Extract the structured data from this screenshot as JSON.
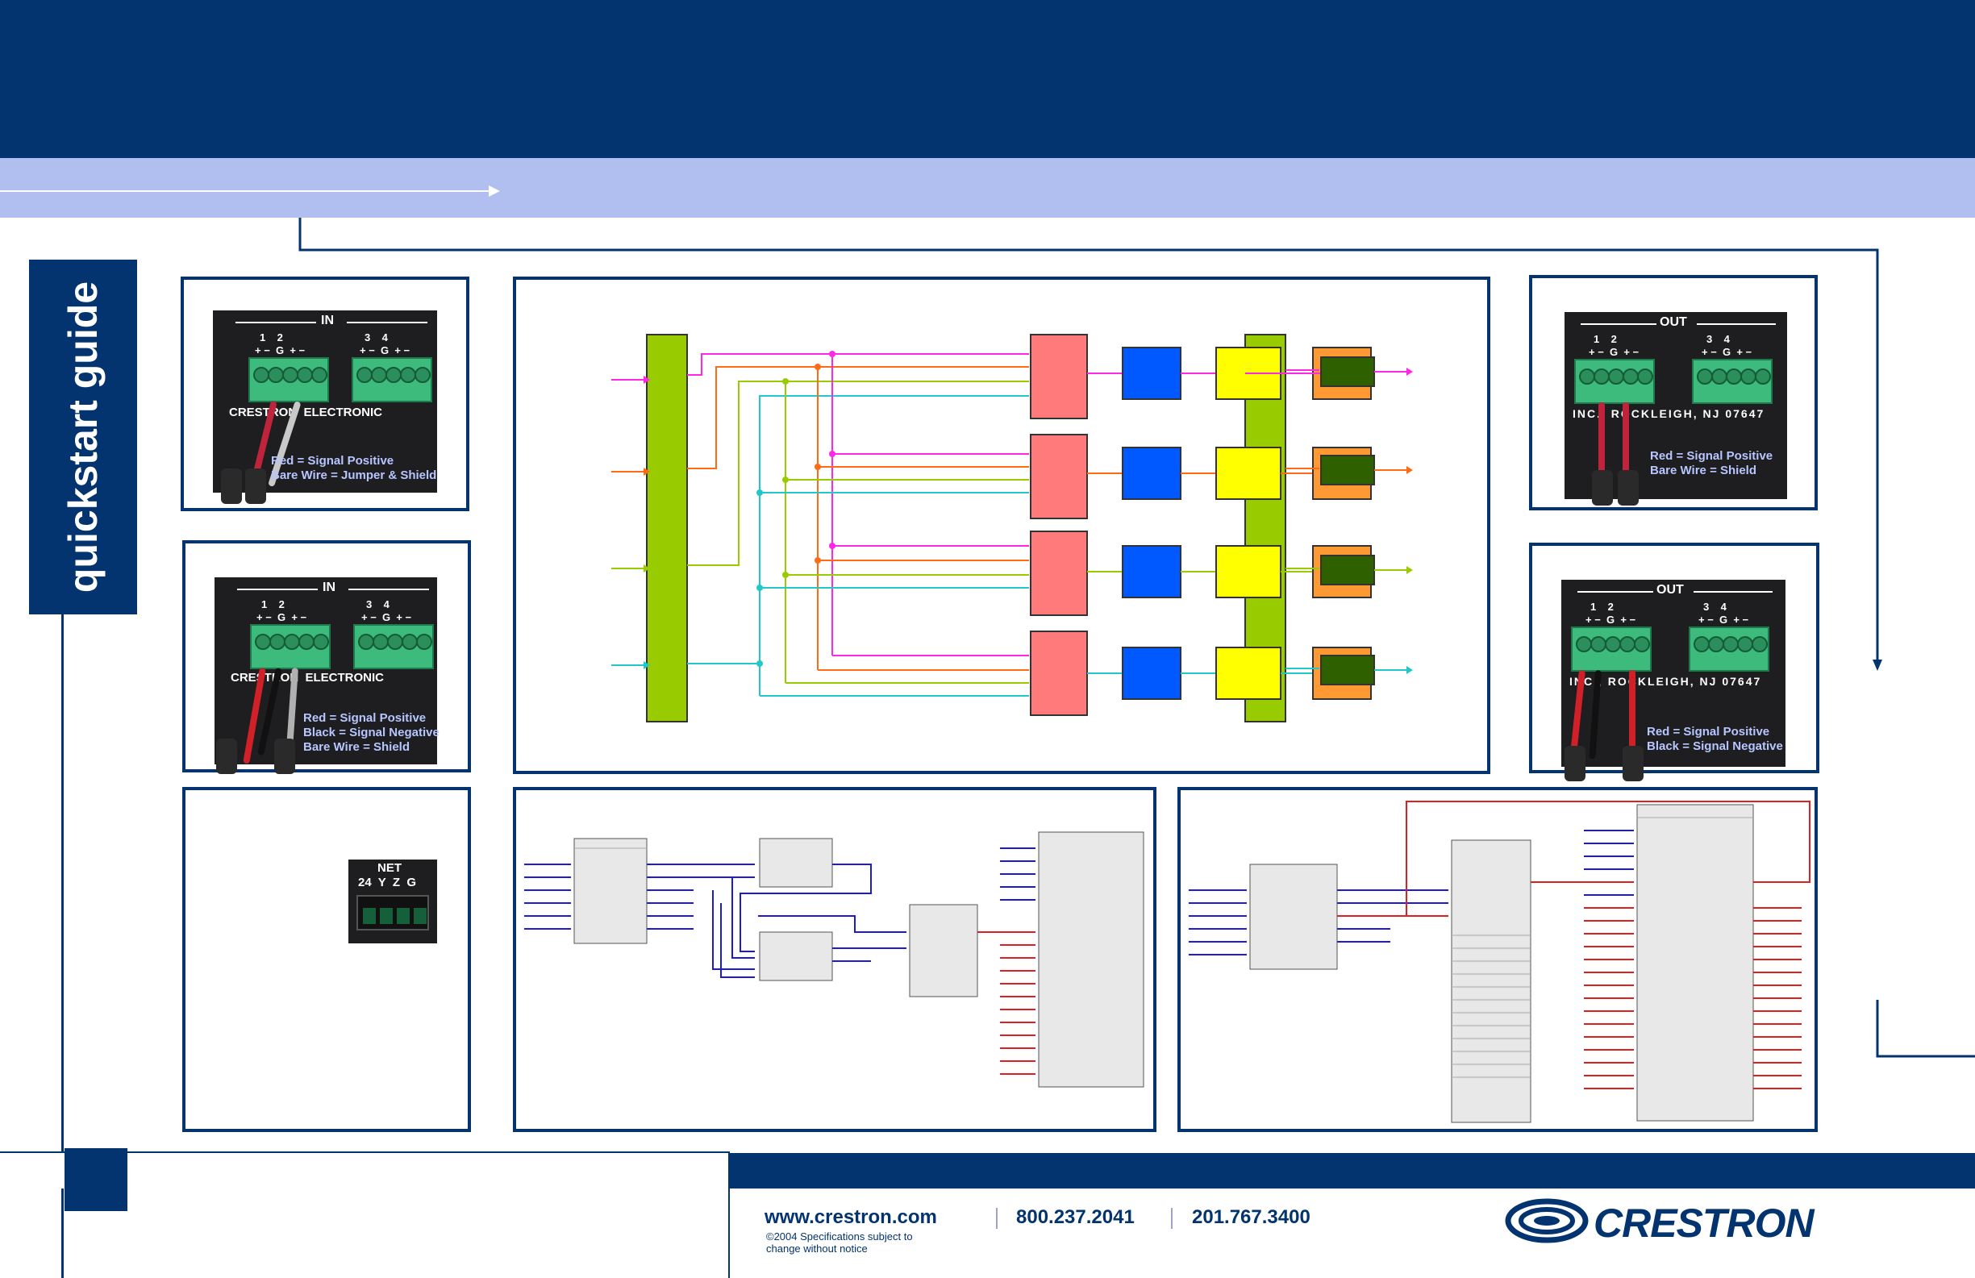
{
  "sidebar": {
    "title": "quickstart guide"
  },
  "panels": {
    "in_single": {
      "header": "IN",
      "pins_a": "1    2",
      "pins_a_sub": "+ −  G  + −",
      "pins_b": "3    4",
      "pins_b_sub": "+ −  G  + −",
      "brand_strip": "CRESTRON  ELECTRONIC",
      "note_1": "Red = Signal Positive",
      "note_2": "Bare Wire = Jumper & Shield"
    },
    "in_balanced": {
      "header": "IN",
      "pins_a": "1    2",
      "pins_a_sub": "+ −  G  + −",
      "pins_b": "3    4",
      "pins_b_sub": "+ −  G  + −",
      "brand_strip": "CRESTRON  ELECTRONIC",
      "note_1": "Red = Signal Positive",
      "note_2": "Black = Signal Negative",
      "note_3": "Bare Wire = Shield"
    },
    "out_single": {
      "header": "OUT",
      "pins_a": "1    2",
      "pins_a_sub": "+ −  G  + −",
      "pins_b": "3    4",
      "pins_b_sub": "+ −  G  + −",
      "strip": "INC., ROCKLEIGH, NJ 07647",
      "note_1": "Red = Signal Positive",
      "note_2": "Bare Wire = Shield"
    },
    "out_balanced": {
      "header": "OUT",
      "pins_a": "1    2",
      "pins_a_sub": "+ −  G  + −",
      "pins_b": "3    4",
      "pins_b_sub": "+ −  G  + −",
      "strip": "INC., ROCKLEIGH, NJ 07647",
      "note_1": "Red = Signal Positive",
      "note_2": "Black = Signal Negative"
    },
    "net": {
      "header": "NET",
      "pins": "24  Y  Z  G"
    }
  },
  "footer": {
    "website": "www.crestron.com",
    "phone_1": "800.237.2041",
    "phone_2": "201.767.3400",
    "legal_1": "©2004 Specifications subject to",
    "legal_2": "change without notice",
    "logo_text": "CRESTRON"
  },
  "colors": {
    "navy": "#03346f",
    "light_band": "#b1bff0",
    "magenta": "#ff28e6",
    "orange_line": "#ff6a14",
    "lime": "#99cc00",
    "cyan": "#22c8c8",
    "blue_box": "#0058ff",
    "yellow_box": "#ffff00",
    "orange_box": "#ff9933",
    "pink_box": "#ff7a7a",
    "dark_green_box": "#2f6000",
    "signal_blue": "#1a1ad8",
    "signal_red": "#e02020"
  }
}
